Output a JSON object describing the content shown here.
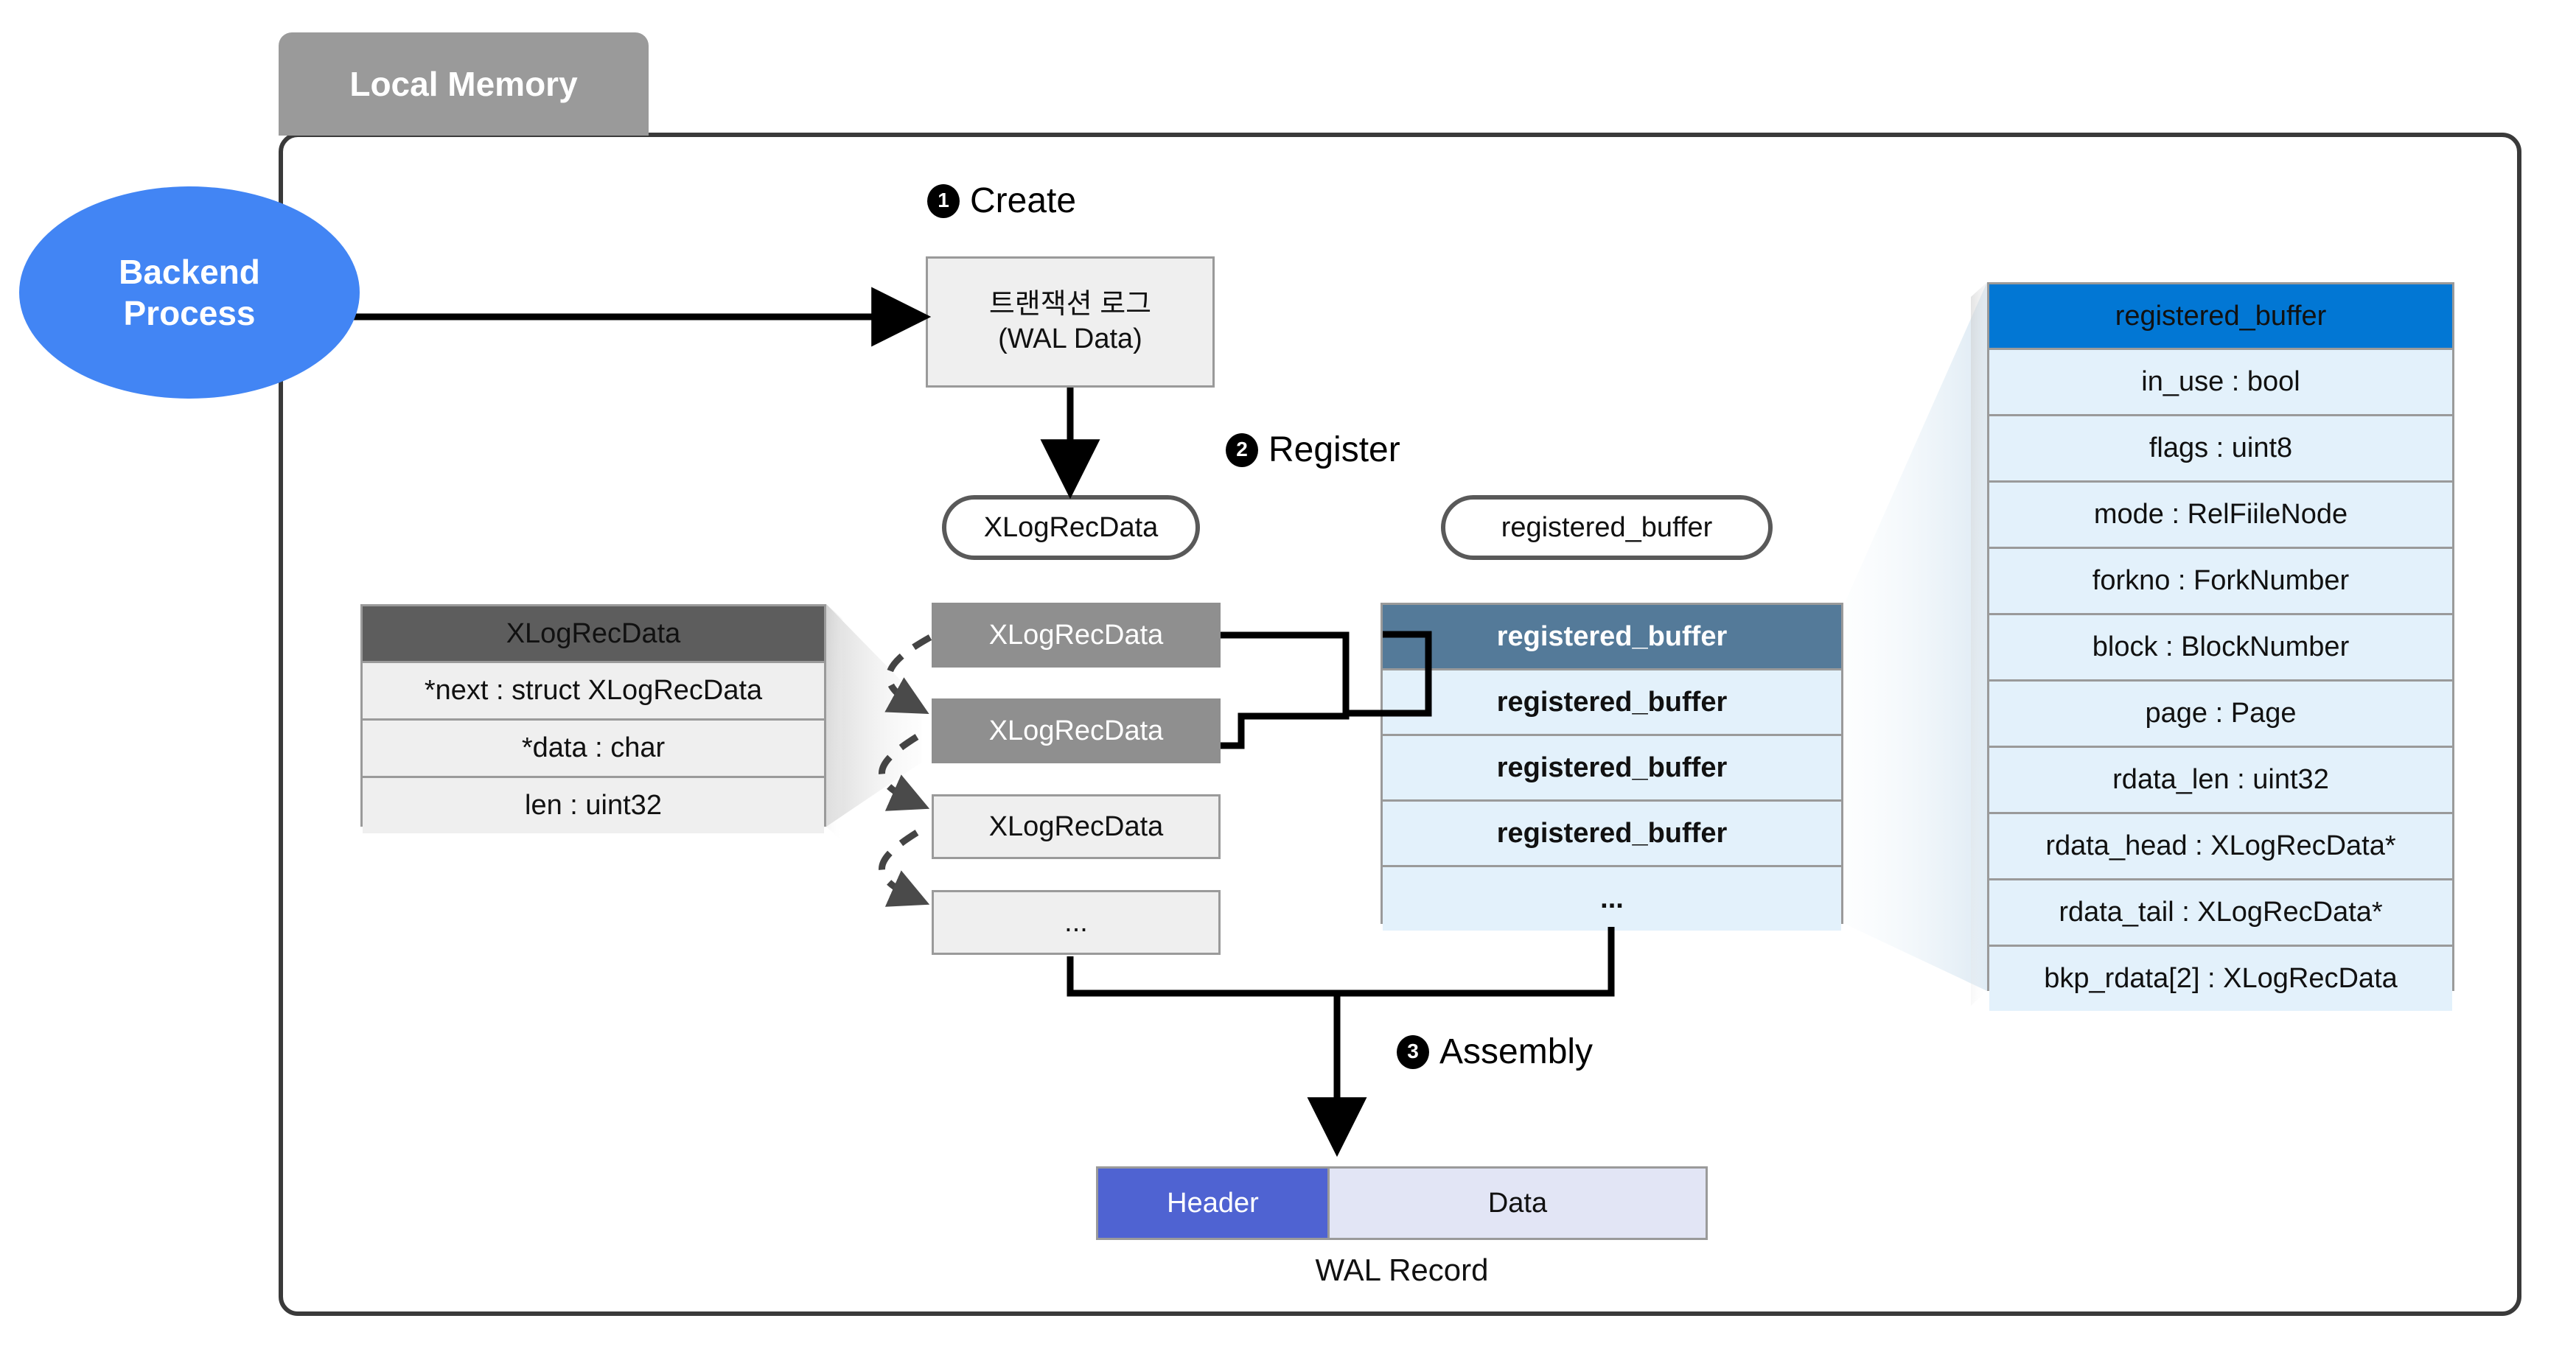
{
  "frame": {
    "title": "Local Memory"
  },
  "actor": {
    "line1": "Backend",
    "line2": "Process"
  },
  "steps": [
    {
      "num": "❶",
      "label": "Create"
    },
    {
      "num": "❷",
      "label": "Register"
    },
    {
      "num": "❸",
      "label": "Assembly"
    }
  ],
  "wal_data_box": {
    "line1": "트랜잭션 로그",
    "line2": "(WAL Data)"
  },
  "pills": {
    "left": "XLogRecData",
    "right": "registered_buffer"
  },
  "xlogrecdata_struct": {
    "title": "XLogRecData",
    "fields": [
      "*next : struct XLogRecData",
      "*data : char",
      "len : uint32"
    ]
  },
  "xlogrecdata_list": [
    {
      "label": "XLogRecData",
      "style": "dark"
    },
    {
      "label": "XLogRecData",
      "style": "dark"
    },
    {
      "label": "XLogRecData",
      "style": "light"
    },
    {
      "label": "...",
      "style": "light"
    }
  ],
  "registered_buffer_list": [
    {
      "label": "registered_buffer",
      "style": "head"
    },
    {
      "label": "registered_buffer",
      "style": "body"
    },
    {
      "label": "registered_buffer",
      "style": "body"
    },
    {
      "label": "registered_buffer",
      "style": "body"
    },
    {
      "label": "...",
      "style": "body"
    }
  ],
  "registered_buffer_struct": {
    "title": "registered_buffer",
    "fields": [
      "in_use : bool",
      "flags : uint8",
      "mode : RelFiileNode",
      "forkno : ForkNumber",
      "block : BlockNumber",
      "page : Page",
      "rdata_len : uint32",
      "rdata_head : XLogRecData*",
      "rdata_tail : XLogRecData*",
      "bkp_rdata[2] : XLogRecData"
    ]
  },
  "wal_record": {
    "header_label": "Header",
    "data_label": "Data",
    "caption": "WAL Record"
  },
  "colors": {
    "frame_border": "#3a3a3a",
    "tab_bg": "#9a9a9a",
    "actor_bg": "#4285f4",
    "struct_header_dark": "#5d5d5d",
    "struct_header_blue": "#0277d4",
    "list_header_steel": "#547a99",
    "cell_blue": "#e3f1fb",
    "cell_grey": "#efefef",
    "wal_header": "#4f63d2",
    "wal_data": "#e2e5f5"
  }
}
